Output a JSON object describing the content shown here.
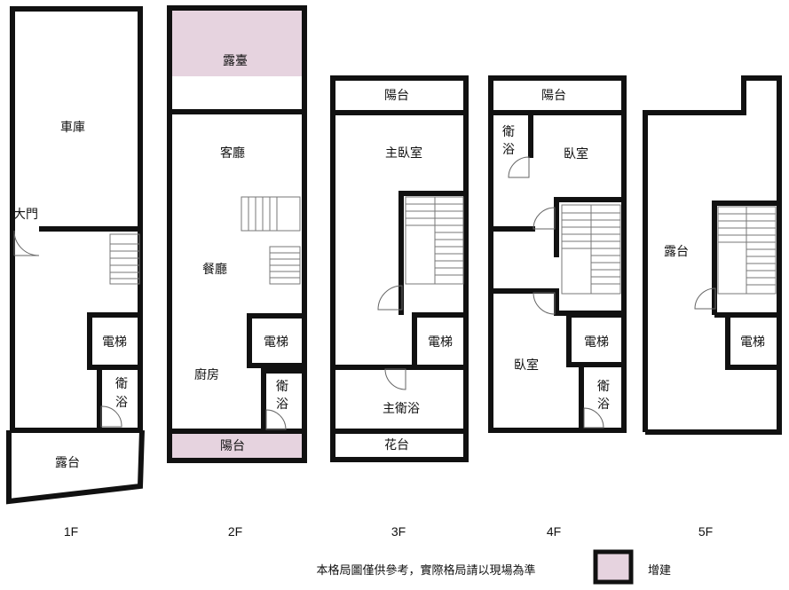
{
  "colors": {
    "extension": "#e6d3df",
    "wall": "#111111"
  },
  "floors": {
    "f1": {
      "label": "1F",
      "rooms": {
        "garage": "車庫",
        "main_door": "大門",
        "elevator": "電梯",
        "bath": [
          "衛",
          "浴"
        ],
        "terrace": "露台"
      }
    },
    "f2": {
      "label": "2F",
      "rooms": {
        "roof_terrace": "露臺",
        "living": "客廳",
        "dining": "餐廳",
        "kitchen": "廚房",
        "elevator": "電梯",
        "bath": [
          "衛",
          "浴"
        ],
        "balcony": "陽台"
      }
    },
    "f3": {
      "label": "3F",
      "rooms": {
        "balcony": "陽台",
        "master_bedroom": "主臥室",
        "elevator": "電梯",
        "master_bath": "主衛浴",
        "planter": "花台"
      }
    },
    "f4": {
      "label": "4F",
      "rooms": {
        "balcony": "陽台",
        "bath_top": [
          "衛",
          "浴"
        ],
        "bedroom_top": "臥室",
        "bedroom_bottom": "臥室",
        "elevator": "電梯",
        "bath_bottom": [
          "衛",
          "浴"
        ]
      }
    },
    "f5": {
      "label": "5F",
      "rooms": {
        "terrace": "露台",
        "elevator": "電梯"
      }
    }
  },
  "footer": {
    "disclaimer": "本格局圖僅供參考，實際格局請以現場為準",
    "legend_label": "增建",
    "legend_color_name": "extension"
  }
}
